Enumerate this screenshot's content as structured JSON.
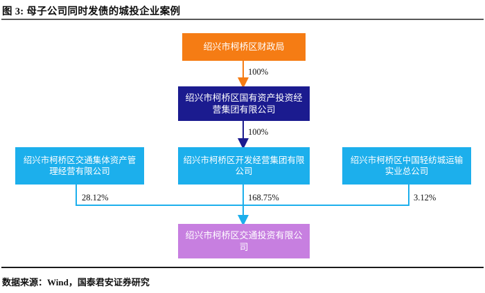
{
  "header": {
    "figure_label": "图 3:",
    "title": "图 3:  母子公司同时发债的城投企业案例"
  },
  "footer": {
    "source": "数据来源：Wind，国泰君安证券研究"
  },
  "colors": {
    "orange": "#F57C14",
    "navy": "#1B1B8F",
    "cyan": "#1CAFEC",
    "purple": "#C77FE0",
    "rule_top": "#575757",
    "rule_bottom": "#1A1A1A",
    "text_dark": "#111111",
    "text_light": "#FFFFFF"
  },
  "chart_data": {
    "type": "diagram",
    "title": "母子公司同时发债的城投企业案例",
    "nodes": [
      {
        "id": "finance_bureau",
        "label": "绍兴市柯桥区财政局",
        "level": 0,
        "color": "#F57C14"
      },
      {
        "id": "sasac_group",
        "label": "绍兴市柯桥区国有资产投资经营集团有限公司",
        "level": 1,
        "color": "#1B1B8F"
      },
      {
        "id": "transport_collective",
        "label": "绍兴市柯桥区交通集体资产管理经营有限公司",
        "level": 2,
        "color": "#1CAFEC"
      },
      {
        "id": "development_group",
        "label": "绍兴市柯桥区开发经营集团有限公司",
        "level": 2,
        "color": "#1CAFEC"
      },
      {
        "id": "textile_transport",
        "label": "绍兴市柯桥区中国轻纺城运输实业总公司",
        "level": 2,
        "color": "#1CAFEC"
      },
      {
        "id": "transport_investment",
        "label": "绍兴市柯桥区交通投资有限公司",
        "level": 3,
        "color": "#C77FE0"
      }
    ],
    "edges": [
      {
        "from": "finance_bureau",
        "to": "sasac_group",
        "label": "100%",
        "value": 100
      },
      {
        "from": "sasac_group",
        "to": "development_group",
        "label": "100%",
        "value": 100
      },
      {
        "from": "transport_collective",
        "to": "transport_investment",
        "label": "28.12%",
        "value": 28.12
      },
      {
        "from": "development_group",
        "to": "transport_investment",
        "label": "168.75%",
        "value": 168.75
      },
      {
        "from": "textile_transport",
        "to": "transport_investment",
        "label": "3.12%",
        "value": 3.12
      }
    ]
  }
}
